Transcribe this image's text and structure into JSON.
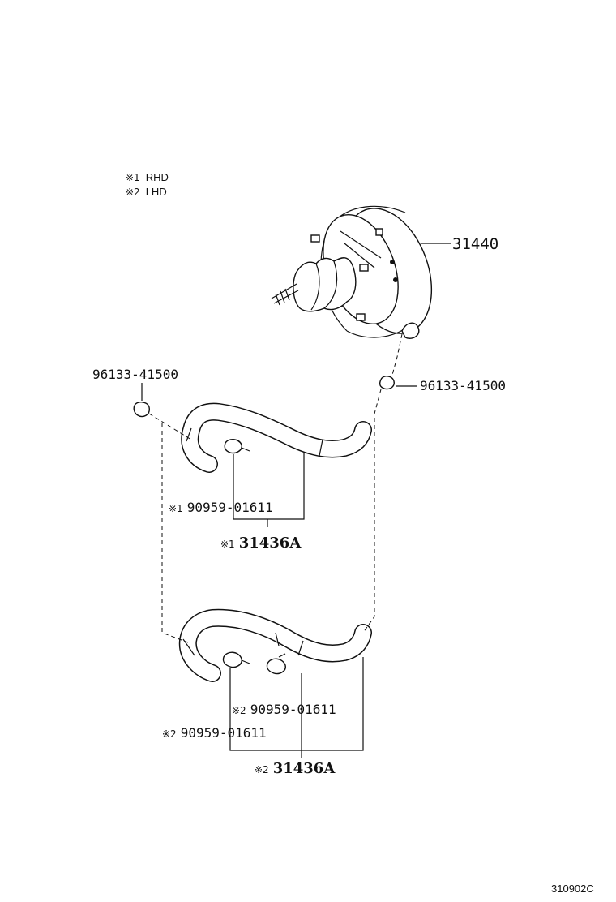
{
  "legend": {
    "items": [
      {
        "mark": "※1",
        "text": "RHD"
      },
      {
        "mark": "※2",
        "text": "LHD"
      }
    ]
  },
  "callouts": {
    "booster": "31440",
    "check_valve_right": "96133-41500",
    "check_valve_left": "96133-41500",
    "rhd_clamp": {
      "mark": "※1",
      "part": "90959-01611"
    },
    "rhd_hose": {
      "mark": "※1",
      "part": "31436A"
    },
    "lhd_clamp_a": {
      "mark": "※2",
      "part": "90959-01611"
    },
    "lhd_clamp_b": {
      "mark": "※2",
      "part": "90959-01611"
    },
    "lhd_hose": {
      "mark": "※2",
      "part": "31436A"
    }
  },
  "illustration_code": "310902C"
}
